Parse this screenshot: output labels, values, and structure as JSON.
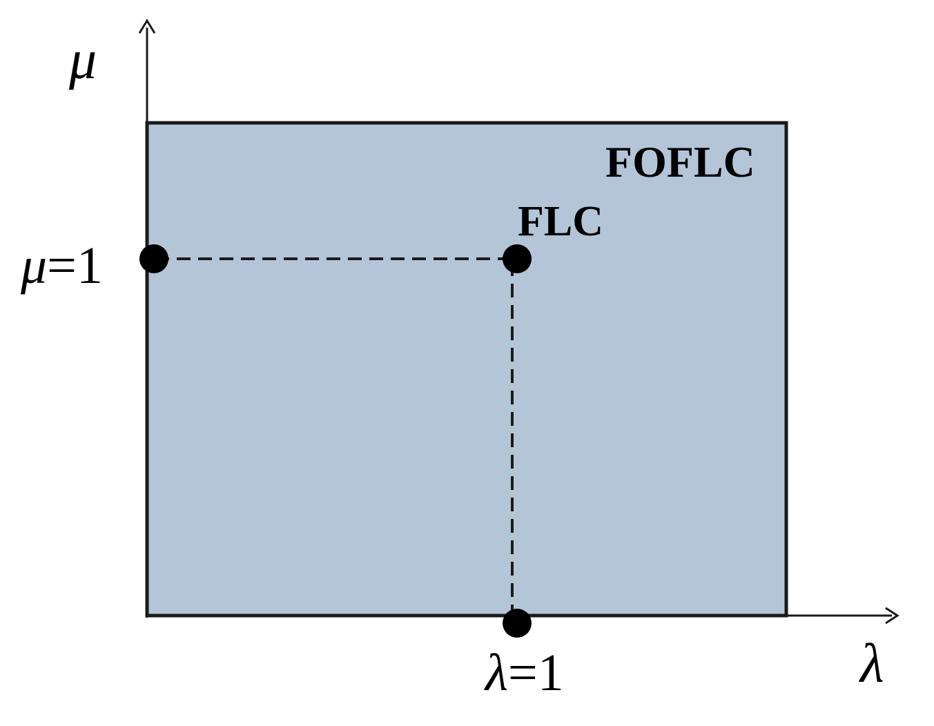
{
  "axes": {
    "y_symbol": "μ",
    "x_symbol": "λ"
  },
  "regions": {
    "outer_label": "FOFLC",
    "point_label": "FLC"
  },
  "ticks": {
    "y_symbol": "μ",
    "y_value": "=1",
    "x_symbol": "λ",
    "x_value": "=1"
  },
  "colors": {
    "region_fill": "#b4c5d8",
    "stroke": "#1a1a1a"
  }
}
